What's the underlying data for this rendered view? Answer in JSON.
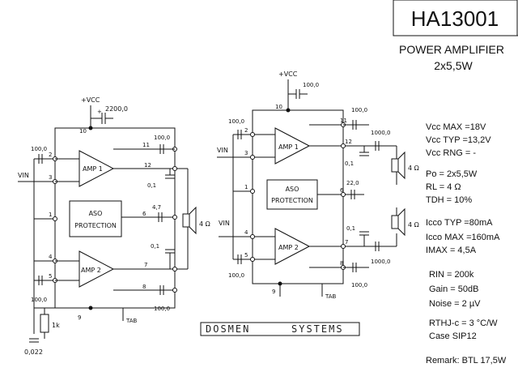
{
  "header": {
    "part_number": "HA13001",
    "subtitle": "POWER AMPLIFIER",
    "power": "2x5,5W"
  },
  "left_circuit": {
    "vcc": "+VCC",
    "vin": "VIN",
    "cap_supply": "2200,0",
    "cap_in": "100,0",
    "cap_out_top": "100,0",
    "cap_01_top": "0,1",
    "cap_mid": "4,7",
    "cap_01_bot": "0,1",
    "cap_out_bot": "100,0",
    "cap_in_bot": "100,0",
    "resistor": "1k",
    "cap_small": "0,022",
    "speaker": "4 Ω",
    "amp1": "AMP 1",
    "amp2": "AMP 2",
    "aso1": "ASO",
    "aso2": "PROTECTION",
    "tab": "TAB",
    "pins": [
      "10",
      "2",
      "3",
      "1",
      "4",
      "5",
      "9",
      "11",
      "12",
      "6",
      "7",
      "8"
    ],
    "plus": "+"
  },
  "right_circuit": {
    "vcc": "+VCC",
    "vin1": "VIN",
    "vin2": "VIN",
    "cap_supply": "100,0",
    "cap_in1": "100,0",
    "cap_in2": "100,0",
    "cap_boot1": "100,0",
    "cap_boot2": "100,0",
    "cap_out1": "1000,0",
    "cap_out2": "1000,0",
    "cap_01_top": "0,1",
    "cap_01_bot": "0,1",
    "cap_mid": "22,0",
    "speaker1": "4 Ω",
    "speaker2": "4 Ω",
    "amp1": "AMP 1",
    "amp2": "AMP 2",
    "aso1": "ASO",
    "aso2": "PROTECTION",
    "tab": "TAB",
    "pins": [
      "10",
      "2",
      "3",
      "1",
      "4",
      "5",
      "9",
      "11",
      "12",
      "6",
      "7",
      "8"
    ]
  },
  "specs": {
    "vcc_max": "Vcc MAX =18V",
    "vcc_typ": "Vcc TYP =13,2V",
    "vcc_rng": "Vcc RNG = -",
    "po": "Po = 2x5,5W",
    "rl": "RL = 4 Ω",
    "tdh": "TDH = 10%",
    "icco_typ": "Icco TYP =80mA",
    "icco_max": "Icco MAX =160mA",
    "imax": "IMAX = 4,5A",
    "rin": "RIN = 200k",
    "gain": "Gain = 50dB",
    "noise": "Noise = 2 µV",
    "rthj": "RTHJ-c = 3 °C/W",
    "case": "Case SIP12",
    "remark": "Remark: BTL 17,5W"
  },
  "brand": {
    "left": "DOSMEN",
    "right": "SYSTEMS"
  }
}
